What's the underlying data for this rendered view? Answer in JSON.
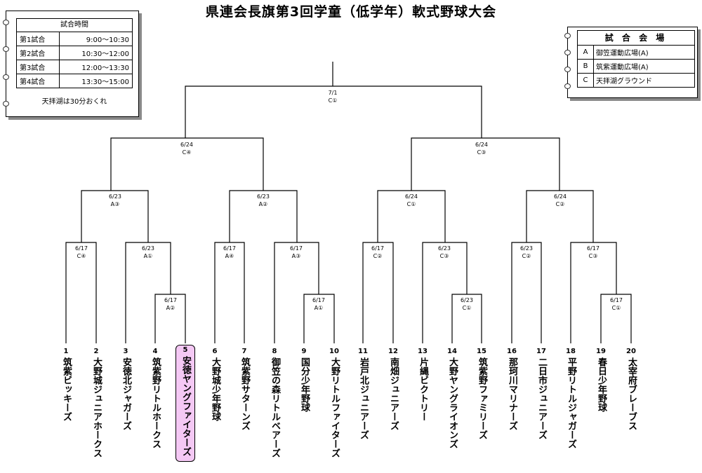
{
  "title": "県連会長旗第3回学童（低学年）軟式野球大会",
  "schedule": {
    "header": "試合時間",
    "rows": [
      {
        "label": "第1試合",
        "time": "9:00〜10:30"
      },
      {
        "label": "第2試合",
        "time": "10:30〜12:00"
      },
      {
        "label": "第3試合",
        "time": "12:00〜13:30"
      },
      {
        "label": "第4試合",
        "time": "13:30〜15:00"
      }
    ],
    "note": "天拝湖は30分おくれ"
  },
  "venues": {
    "header": "試 合 会 場",
    "rows": [
      {
        "code": "A",
        "name": "御笠運動広場(A)"
      },
      {
        "code": "B",
        "name": "筑紫運動広場(A)"
      },
      {
        "code": "C",
        "name": "天拝湖グラウンド"
      }
    ]
  },
  "teams": [
    {
      "no": "1",
      "name": "筑紫ビッキーズ"
    },
    {
      "no": "2",
      "name": "大野城ジュニアホークス"
    },
    {
      "no": "3",
      "name": "安徳北ジャガーズ"
    },
    {
      "no": "4",
      "name": "筑紫野リトルホークス"
    },
    {
      "no": "5",
      "name": "安徳ヤングファイターズ",
      "highlight": true
    },
    {
      "no": "6",
      "name": "大野城少年野球"
    },
    {
      "no": "7",
      "name": "筑紫野サターンズ"
    },
    {
      "no": "8",
      "name": "御笠の森リトルベアーズ"
    },
    {
      "no": "9",
      "name": "国分少年野球"
    },
    {
      "no": "10",
      "name": "大野リトルファイターズ"
    },
    {
      "no": "11",
      "name": "岩戸北ジュニアーズ"
    },
    {
      "no": "12",
      "name": "南畑ジュニアーズ"
    },
    {
      "no": "13",
      "name": "片縄ビクトリー"
    },
    {
      "no": "14",
      "name": "大野ヤングライオンズ"
    },
    {
      "no": "15",
      "name": "筑紫野ファミリーズ"
    },
    {
      "no": "16",
      "name": "那珂川マリナーズ"
    },
    {
      "no": "17",
      "name": "二日市ジュニアーズ"
    },
    {
      "no": "18",
      "name": "平野リトルジャガーズ"
    },
    {
      "no": "19",
      "name": "春日少年野球"
    },
    {
      "no": "20",
      "name": "太宰府ブレーブス"
    }
  ],
  "matches": [
    {
      "date": "6/17",
      "venue": "A②"
    },
    {
      "date": "6/17",
      "venue": "A①"
    },
    {
      "date": "6/23",
      "venue": "C①"
    },
    {
      "date": "6/17",
      "venue": "C①"
    },
    {
      "date": "6/17",
      "venue": "C④"
    },
    {
      "date": "6/23",
      "venue": "A①"
    },
    {
      "date": "6/17",
      "venue": "A④"
    },
    {
      "date": "6/17",
      "venue": "A③"
    },
    {
      "date": "6/17",
      "venue": "C②"
    },
    {
      "date": "6/23",
      "venue": "C③"
    },
    {
      "date": "6/23",
      "venue": "C②"
    },
    {
      "date": "6/17",
      "venue": "C③"
    },
    {
      "date": "6/23",
      "venue": "A③"
    },
    {
      "date": "6/23",
      "venue": "A②"
    },
    {
      "date": "6/24",
      "venue": "C①"
    },
    {
      "date": "6/24",
      "venue": "C②"
    },
    {
      "date": "6/24",
      "venue": "C④"
    },
    {
      "date": "6/24",
      "venue": "C③"
    },
    {
      "date": "7/1",
      "venue": "C①"
    }
  ]
}
